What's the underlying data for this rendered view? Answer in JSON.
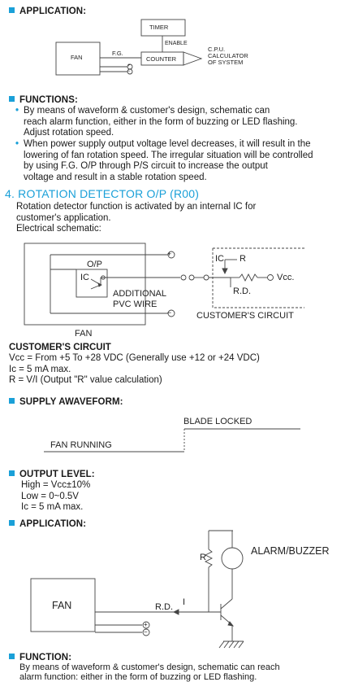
{
  "application1": {
    "heading": "APPLICATION:",
    "timer": "TIMER",
    "enable": "ENABLE",
    "fan": "FAN",
    "fg": "F.G.",
    "counter": "COUNTER",
    "cpu_line1": "C.P.U.",
    "cpu_line2": "CALCULATOR",
    "cpu_line3": "OF SYSTEM"
  },
  "functions": {
    "heading": "FUNCTIONS:",
    "bullet1_l1": "By means of waveform & customer's design, schematic can",
    "bullet1_l2": "reach alarm function, either in the form of buzzing or LED flashing.",
    "bullet1_l3": "Adjust rotation speed.",
    "bullet2_l1": "When power supply output voltage level decreases, it will result in the",
    "bullet2_l2": "lowering of fan rotation speed. The irregular situation will be controlled",
    "bullet2_l3": "by using F.G. O/P through P/S circuit to increase the output",
    "bullet2_l4": "voltage and result in a stable rotation speed."
  },
  "section4": {
    "title": "4. ROTATION DETECTOR O/P (R00)",
    "intro_l1": "Rotation detector function is activated by an internal IC for",
    "intro_l2": "customer's application.",
    "intro_l3": "Electrical schematic:",
    "op": "O/P",
    "ic": "IC",
    "additional_l1": "ADDITIONAL",
    "additional_l2": "PVC WIRE",
    "fan": "FAN",
    "ic_r": "IC",
    "r": "R",
    "vcc": "Vcc.",
    "rd": "R.D.",
    "customers_circuit": "CUSTOMER'S CIRCUIT"
  },
  "customers_circuit": {
    "heading": "CUSTOMER'S CIRCUIT",
    "line1": "Vcc = From +5 To +28 VDC (Generally use +12 or +24 VDC)",
    "line2": "Ic = 5 mA max.",
    "line3": "R = V/I (Output \"R\" value calculation)"
  },
  "supply_waveform": {
    "heading": "SUPPLY AWAVEFORM:",
    "blade_locked": "BLADE LOCKED",
    "fan_running": "FAN RUNNING"
  },
  "output_level": {
    "heading": "OUTPUT LEVEL:",
    "high": "High =  Vcc±10%",
    "low": "Low = 0~0.5V",
    "ic": "Ic = 5 mA max."
  },
  "application2": {
    "heading": "APPLICATION:",
    "r": "R",
    "alarm": "ALARM/BUZZER",
    "fan": "FAN",
    "rd": "R.D.",
    "i": "I"
  },
  "function": {
    "heading": "FUNCTION:",
    "l1": "By means of waveform & customer's design, schematic can reach",
    "l2": "alarm function: either in the form of buzzing or LED flashing."
  },
  "colors": {
    "accent": "#1aa0d8"
  }
}
